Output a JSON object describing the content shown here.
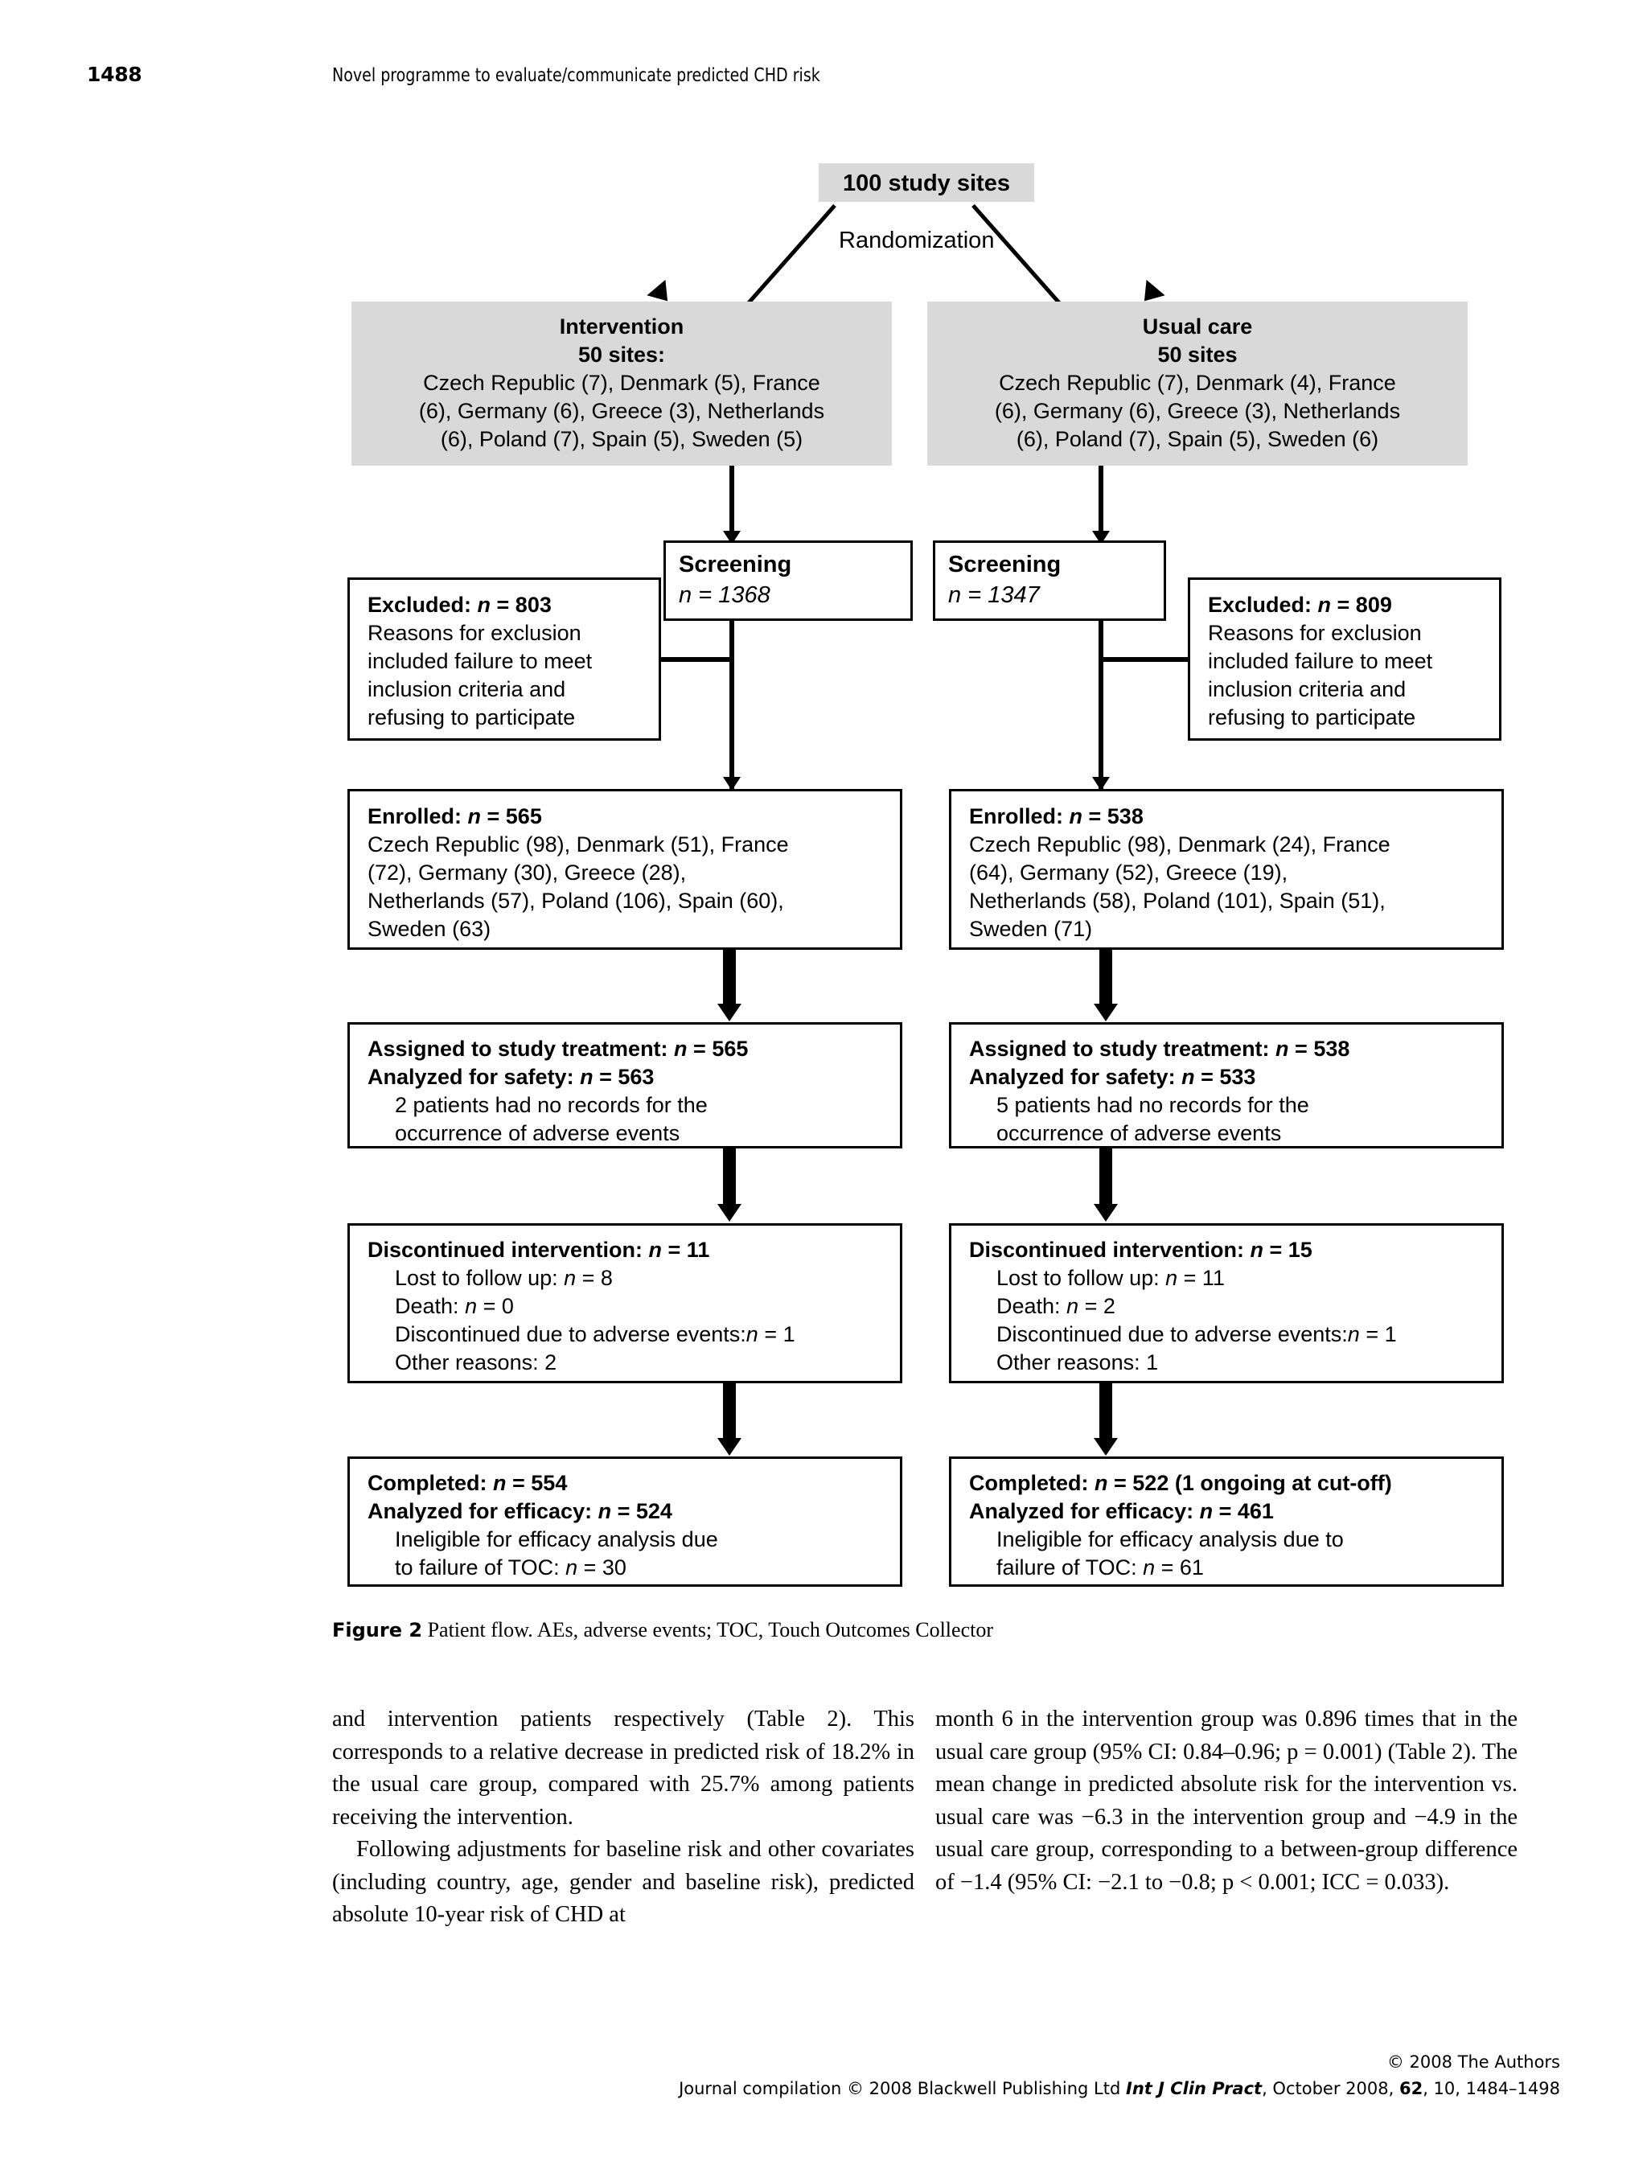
{
  "header": {
    "folio": "1488",
    "running_title": "Novel programme to evaluate/communicate predicted CHD risk"
  },
  "figure": {
    "root": {
      "label": "100 study sites"
    },
    "randomization_label": "Randomization",
    "arms": [
      {
        "name": "Intervention",
        "sites": "50 sites:",
        "countries": "Czech Republic (7), Denmark (5), France\n(6), Germany (6), Greece (3), Netherlands\n(6), Poland (7), Spain (5), Sweden (5)"
      },
      {
        "name": "Usual care",
        "sites": "50 sites",
        "countries": "Czech Republic (7), Denmark (4), France\n(6), Germany (6), Greece (3), Netherlands\n(6), Poland (7), Spain (5), Sweden (6)"
      }
    ],
    "screening": [
      {
        "title": "Screening",
        "n_line": "n = 1368"
      },
      {
        "title": "Screening",
        "n_line": "n = 1347"
      }
    ],
    "excluded": [
      {
        "title": "Excluded: n = 803",
        "body": "Reasons for exclusion\nincluded failure to meet\ninclusion criteria and\nrefusing to participate"
      },
      {
        "title": "Excluded: n = 809",
        "body": "Reasons for exclusion\nincluded failure to meet\ninclusion criteria and\nrefusing to participate"
      }
    ],
    "enrolled": [
      {
        "title": "Enrolled: n = 565",
        "body": "Czech Republic (98), Denmark (51), France\n(72), Germany (30), Greece (28),\nNetherlands (57), Poland (106), Spain (60),\nSweden (63)"
      },
      {
        "title": "Enrolled: n = 538",
        "body": "Czech Republic (98), Denmark (24), France\n(64), Germany (52), Greece (19),\nNetherlands (58), Poland (101), Spain (51),\nSweden (71)"
      }
    ],
    "assigned": [
      {
        "line1": "Assigned to study treatment: n = 565",
        "line2": "Analyzed for safety: n = 563",
        "body": "2 patients had no records for the\noccurrence of adverse events"
      },
      {
        "line1": "Assigned to study treatment: n = 538",
        "line2": "Analyzed for safety: n = 533",
        "body": "5 patients had no records for the\noccurrence of adverse events"
      }
    ],
    "discontinued": [
      {
        "title": "Discontinued intervention: n = 11",
        "body": "Lost to follow up: n = 8\nDeath: n = 0\nDiscontinued due to adverse events:n = 1\nOther reasons: 2"
      },
      {
        "title": "Discontinued intervention: n = 15",
        "body": "Lost to follow up: n = 11\nDeath: n = 2\nDiscontinued due to adverse events:n = 1\nOther reasons: 1"
      }
    ],
    "completed": [
      {
        "line1": "Completed: n = 554",
        "line2": "Analyzed for efficacy: n = 524",
        "body": "Ineligible for efficacy analysis due\nto failure of TOC: n = 30"
      },
      {
        "line1": "Completed: n = 522 (1 ongoing at cut-off)",
        "line2": "Analyzed for efficacy: n = 461",
        "body": "Ineligible for efficacy analysis due to\nfailure of TOC: n = 61"
      }
    ]
  },
  "caption": {
    "label": "Figure 2",
    "text": "Patient flow. AEs, adverse events; TOC, Touch Outcomes Collector"
  },
  "body": {
    "left_para_1": "and intervention patients respectively (Table 2). This corresponds to a relative decrease in predicted risk of 18.2% in the usual care group, compared with 25.7% among patients receiving the intervention.",
    "left_para_2": "Following adjustments for baseline risk and other covariates (including country, age, gender and baseline risk), predicted absolute 10-year risk of CHD at",
    "right_para_1": "month 6 in the intervention group was 0.896 times that in the usual care group (95% CI: 0.84–0.96; p = 0.001) (Table 2). The mean change in predicted absolute risk for the intervention vs. usual care was −6.3 in the intervention group and −4.9 in the usual care group, corresponding to a between-group difference of −1.4 (95% CI: −2.1 to −0.8; p < 0.001; ICC = 0.033)."
  },
  "footer": {
    "line1": "© 2008 The Authors",
    "line2_pre": "Journal compilation © 2008 Blackwell Publishing Ltd ",
    "journal": "Int J Clin Pract",
    "line2_mid": ", October 2008, ",
    "volume": "62",
    "line2_post": ", 10, 1484–1498"
  }
}
